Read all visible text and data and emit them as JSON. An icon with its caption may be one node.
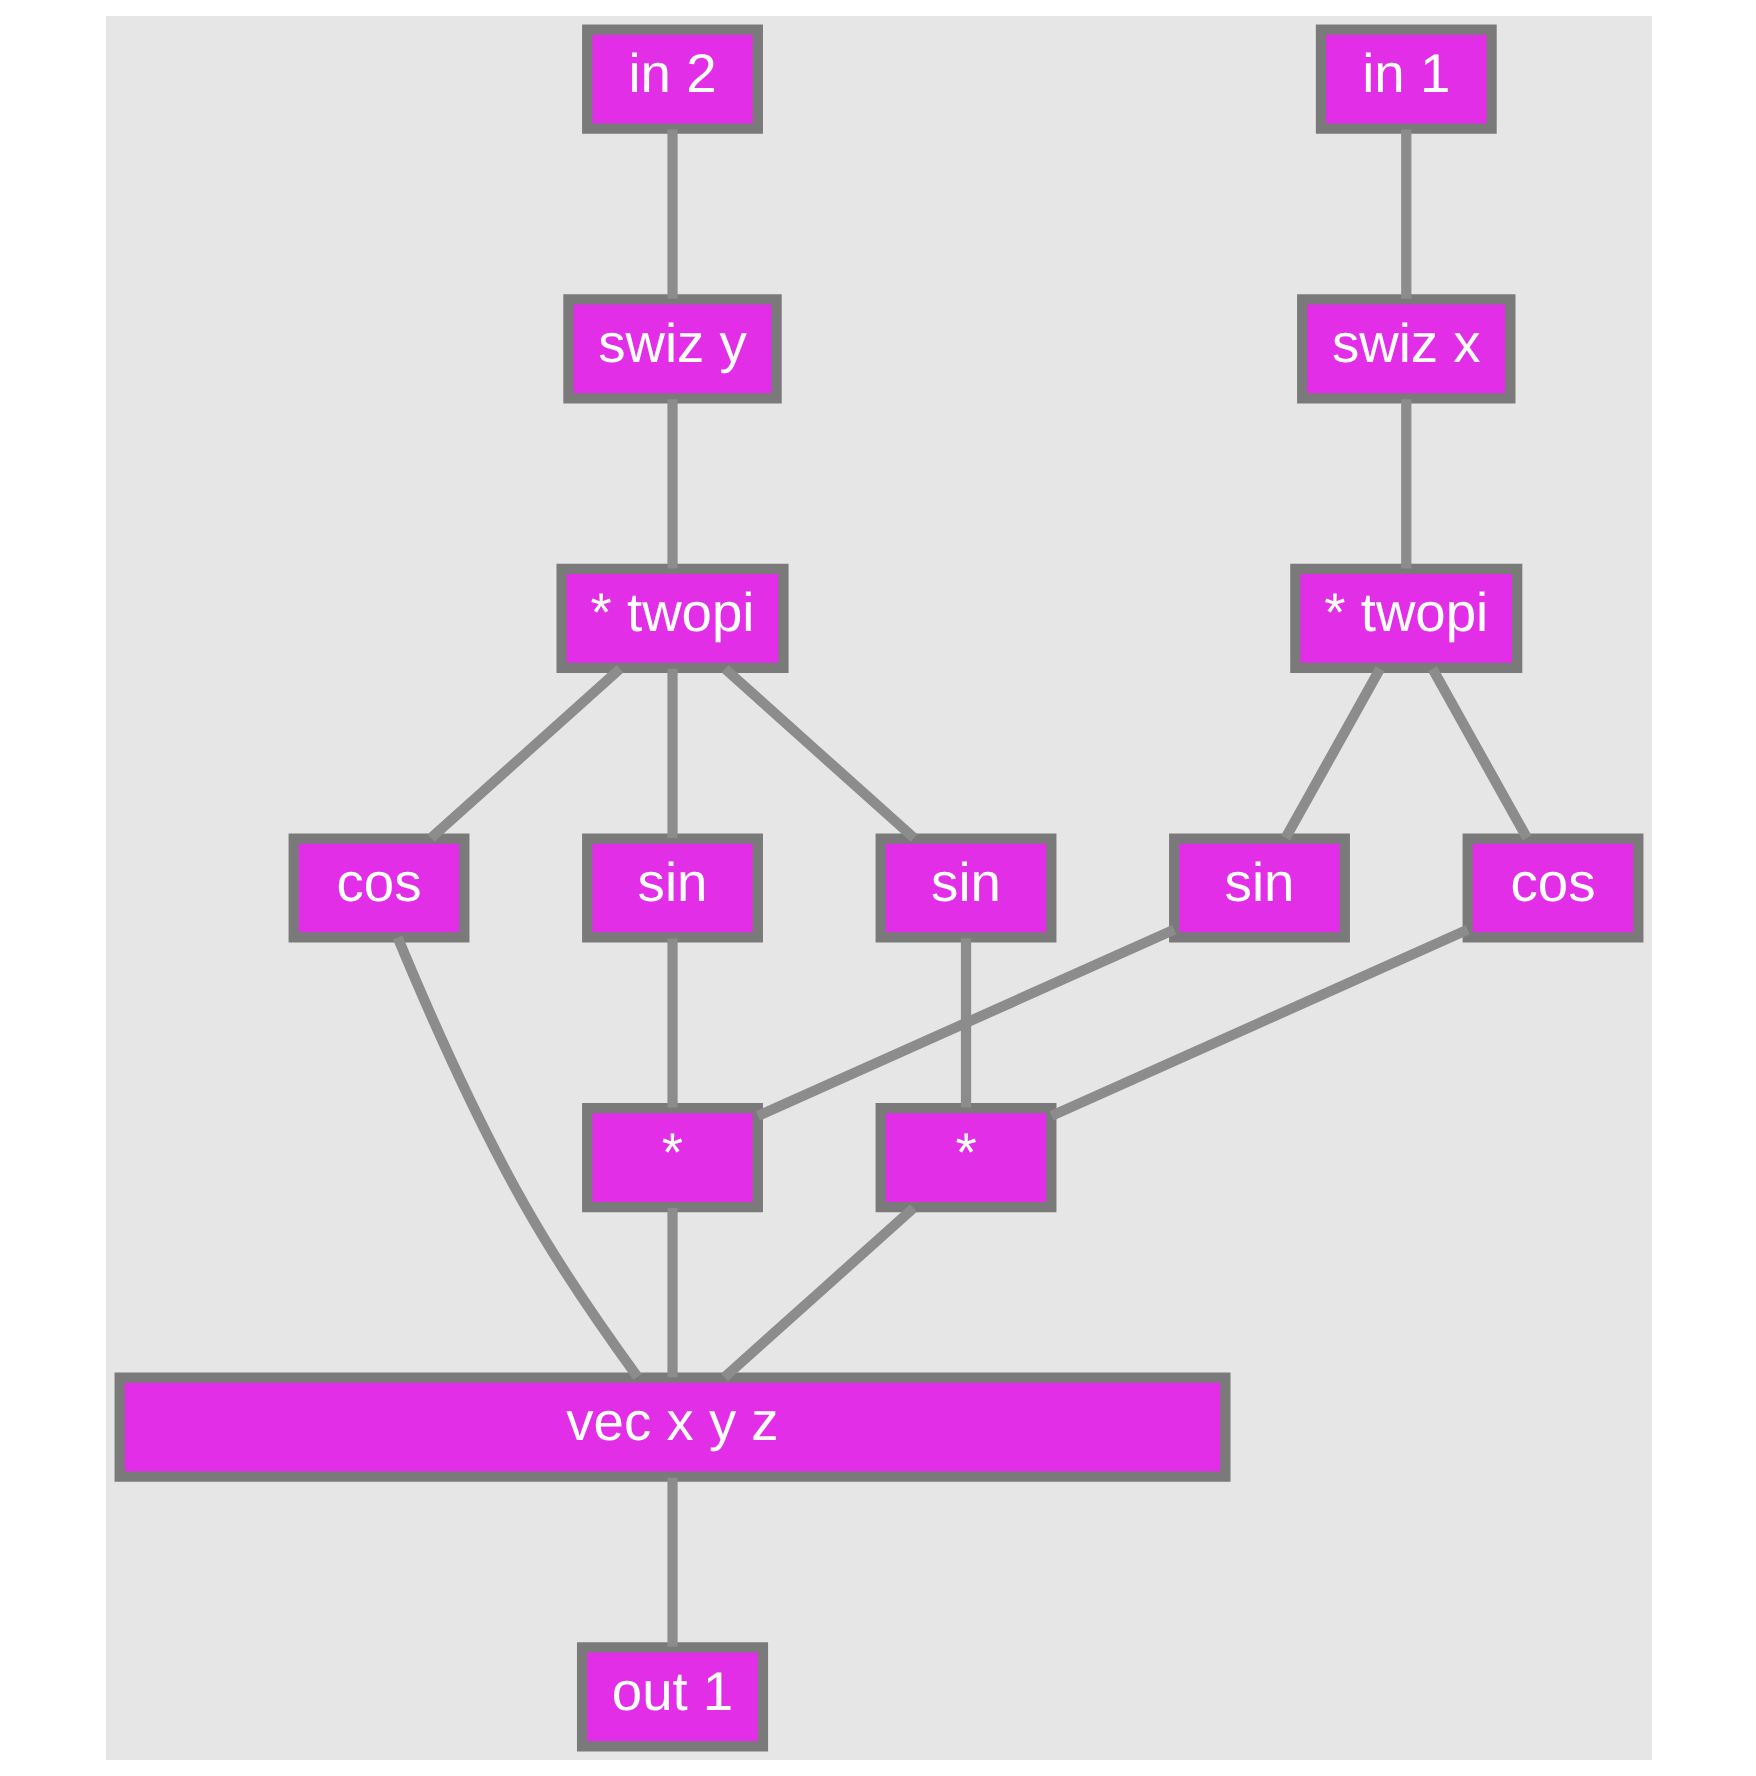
{
  "diagram": {
    "nodes": [
      {
        "text": [
          "in 1"
        ]
      },
      {
        "text": [
          "in 2"
        ]
      },
      {
        "text": [
          "swiz x"
        ]
      },
      {
        "text": [
          "swiz y"
        ]
      },
      {
        "text": [
          "* twopi"
        ]
      },
      {
        "text": [
          "* twopi"
        ]
      },
      {
        "text": [
          "cos"
        ]
      },
      {
        "text": [
          "sin"
        ]
      },
      {
        "text": [
          "sin"
        ]
      },
      {
        "text": [
          "sin"
        ]
      },
      {
        "text": [
          "cos"
        ]
      },
      {
        "text": [
          "*"
        ]
      },
      {
        "text": [
          "*"
        ]
      },
      {
        "text": [
          "vec x y z"
        ]
      },
      {
        "text": [
          "out 1"
        ]
      }
    ],
    "edges": [
      {
        "from": 0,
        "to": 2,
        "arrow": "none"
      },
      {
        "from": 1,
        "to": 3,
        "arrow": "none"
      },
      {
        "from": 2,
        "to": 4,
        "arrow": "none"
      },
      {
        "from": 3,
        "to": 5,
        "arrow": "none"
      },
      {
        "from": 4,
        "to": 6,
        "arrow": "none"
      },
      {
        "from": 4,
        "to": 8,
        "arrow": "none"
      },
      {
        "from": 5,
        "to": 7,
        "arrow": "none"
      },
      {
        "from": 5,
        "to": 9,
        "arrow": "none"
      },
      {
        "from": 5,
        "to": 10,
        "arrow": "none"
      },
      {
        "from": 6,
        "to": 11,
        "arrow": "none"
      },
      {
        "from": 7,
        "to": 11,
        "arrow": "none"
      },
      {
        "from": 8,
        "to": 12,
        "arrow": "none"
      },
      {
        "from": 9,
        "to": 12,
        "arrow": "none"
      },
      {
        "from": 11,
        "to": 13,
        "arrow": "none"
      },
      {
        "from": 12,
        "to": 13,
        "arrow": "none"
      },
      {
        "from": 10,
        "to": 13,
        "arrow": "none"
      },
      {
        "from": 13,
        "to": 14,
        "arrow": "none"
      }
    ]
  }
}
